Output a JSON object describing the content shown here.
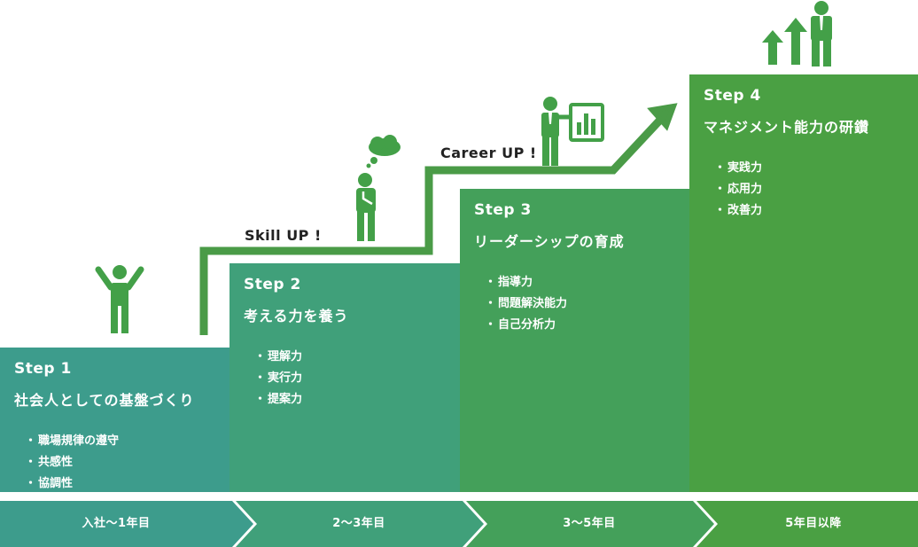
{
  "colors": {
    "step1": "#3d9c8c",
    "step2": "#40a07a",
    "step3": "#44a05a",
    "step4": "#4aa043",
    "arrow": "#4a9b47",
    "figure": "#43a048"
  },
  "steps": [
    {
      "num": "Step 1",
      "title": "社会人としての基盤づくり",
      "items": [
        "職場規律の遵守",
        "共感性",
        "協調性"
      ]
    },
    {
      "num": "Step 2",
      "title": "考える力を養う",
      "items": [
        "理解力",
        "実行力",
        "提案力"
      ]
    },
    {
      "num": "Step 3",
      "title": "リーダーシップの育成",
      "items": [
        "指導力",
        "問題解決能力",
        "自己分析力"
      ]
    },
    {
      "num": "Step 4",
      "title": "マネジメント能力の研鑽",
      "items": [
        "実践力",
        "応用力",
        "改善力"
      ]
    }
  ],
  "callouts": {
    "skill_up": "Skill UP !",
    "career_up": "Career UP !"
  },
  "timeline": [
    "入社〜1年目",
    "2〜3年目",
    "3〜5年目",
    "5年目以降"
  ],
  "icons": [
    "person-arms-up-icon",
    "person-thinking-icon",
    "thought-cloud-icon",
    "person-presenting-icon",
    "bar-chart-board-icon",
    "growth-arrows-icon",
    "businessman-icon"
  ]
}
